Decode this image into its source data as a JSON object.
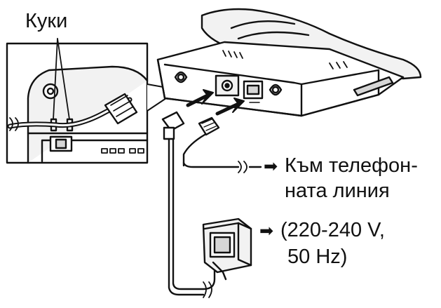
{
  "labels": {
    "hooks": "Куки",
    "phone_line_1": "Към телефон-",
    "phone_line_2": "ната линия",
    "power_line_1": "(220-240 V,",
    "power_line_2": "50 Hz)"
  },
  "icons": {
    "arrow": "➡"
  },
  "colors": {
    "ink": "#111111",
    "device_fill": "#f2f2f2",
    "shade": "#d6d6d6"
  }
}
